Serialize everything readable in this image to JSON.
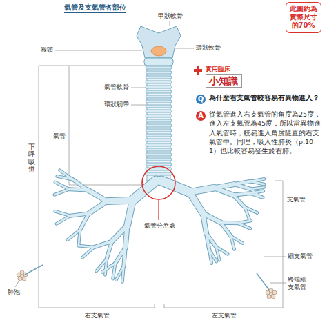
{
  "diagram": {
    "title": "氣管及支氣管各部位",
    "nodes": [
      {
        "text": [
          "此圖約為實際尺寸的70%"
        ]
      },
      {
        "text": [
          "實用臨床",
          "小知識"
        ]
      }
    ],
    "labels": [
      "甲狀軟骨",
      "環狀軟骨",
      "喉頭",
      "氣管軟骨",
      "環狀韌帶",
      "氣管",
      "下呼吸道",
      "Q",
      "為什麼右支氣管較容易有異物進入？",
      "A",
      "從氣管進入右支氣管的角度為25度，進入左支氣管為45度，所以當異物進入氣管時，較易進入角度陡直的右支氣管中。同理，吸入性肺炎（p.101）也比較容易發生於右肺。",
      "氣管分岔處",
      "支氣管",
      "細支氣管",
      "終端細支氣管",
      "肺泡",
      "右支氣管",
      "左支氣管"
    ]
  }
}
